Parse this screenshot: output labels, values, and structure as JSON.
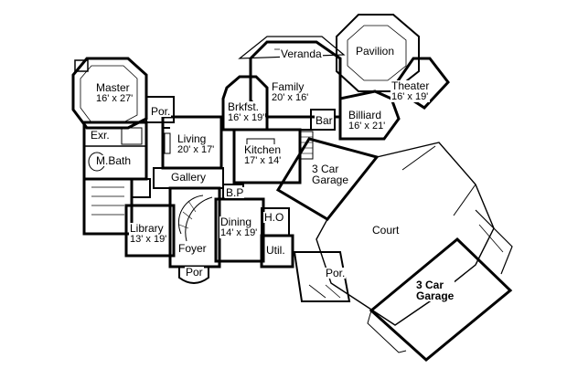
{
  "rooms": {
    "veranda": {
      "name": "Veranda"
    },
    "pavilion": {
      "name": "Pavilion"
    },
    "master": {
      "name": "Master",
      "dims": "16' x 27'"
    },
    "family": {
      "name": "Family",
      "dims": "20' x 16'"
    },
    "theater": {
      "name": "Theater",
      "dims": "16' x 19'"
    },
    "brkfst": {
      "name": "Brkfst.",
      "dims": "16' x 19'"
    },
    "por_master": {
      "name": "Por."
    },
    "bar": {
      "name": "Bar"
    },
    "billiard": {
      "name": "Billiard",
      "dims": "16' x 21'"
    },
    "exr": {
      "name": "Exr."
    },
    "living": {
      "name": "Living",
      "dims": "20' x 17'"
    },
    "kitchen": {
      "name": "Kitchen",
      "dims": "17' x 14'"
    },
    "mbath": {
      "name": "M.Bath"
    },
    "garage1": {
      "name": "3 Car",
      "name2": "Garage"
    },
    "gallery": {
      "name": "Gallery"
    },
    "bp": {
      "name": "B.P"
    },
    "ho": {
      "name": "H.O"
    },
    "dining": {
      "name": "Dining",
      "dims": "14' x 19'"
    },
    "court": {
      "name": "Court"
    },
    "library": {
      "name": "Library",
      "dims": "13' x 19'"
    },
    "util": {
      "name": "Util."
    },
    "foyer": {
      "name": "Foyer"
    },
    "por_court": {
      "name": "Por."
    },
    "garage2": {
      "name": "3 Car",
      "name2": "Garage"
    },
    "por_front": {
      "name": "Por"
    }
  }
}
